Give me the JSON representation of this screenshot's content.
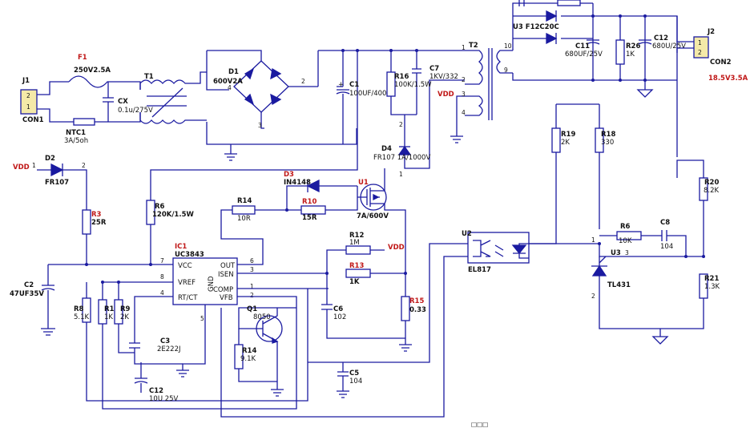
{
  "connectors": {
    "j1": {
      "ref": "J1",
      "name": "CON1",
      "pins": [
        "2",
        "1"
      ]
    },
    "j2": {
      "ref": "J2",
      "name": "CON2",
      "pins": [
        "1",
        "2"
      ],
      "output": "18.5V3.5A"
    }
  },
  "components": {
    "f1": {
      "ref": "F1",
      "value": "250V2.5A"
    },
    "t1": {
      "ref": "T1"
    },
    "cx": {
      "ref": "CX",
      "value": "0.1u/275V"
    },
    "ntc1": {
      "ref": "NTC1",
      "value": "3A/5oh"
    },
    "d1": {
      "ref": "D1",
      "value": "600V2A",
      "pin2": "2",
      "pin3": "3",
      "pin4": "4"
    },
    "c1": {
      "ref": "C1",
      "value": "100UF/400V"
    },
    "r16": {
      "ref": "R16",
      "value": "100K/1.5W"
    },
    "c7": {
      "ref": "C7",
      "value": "1KV/332"
    },
    "d4": {
      "ref": "D4",
      "value": "FR107 1A/1000V",
      "pin1": "1",
      "pin2": "2"
    },
    "t2": {
      "ref": "T2",
      "pins": [
        "1",
        "2",
        "3",
        "4",
        "10",
        "9"
      ],
      "vdd": "VDD"
    },
    "u3top": {
      "ref": "U3 F12C20C"
    },
    "c11": {
      "ref": "C11",
      "value": "680UF/25V"
    },
    "r26": {
      "ref": "R26",
      "value": "1K"
    },
    "c12out": {
      "ref": "C12",
      "value": "680U/25V"
    },
    "d2": {
      "ref": "D2",
      "value": "FR107",
      "vdd": "VDD",
      "pin1": "1",
      "pin2": "2"
    },
    "r3": {
      "ref": "R3",
      "value": "25R"
    },
    "r6a": {
      "ref": "R6",
      "value": "120K/1.5W"
    },
    "d3": {
      "ref": "D3",
      "value": "IN4148"
    },
    "u1": {
      "ref": "U1",
      "value": "7A/600V"
    },
    "r14a": {
      "ref": "R14",
      "value": "10R"
    },
    "r10": {
      "ref": "R10",
      "value": "15R"
    },
    "ic1": {
      "ref": "IC1",
      "value": "UC3843",
      "pins": [
        "VCC",
        "VREF",
        "RT/CT",
        "GND",
        "OUT",
        "ISEN",
        "COMP",
        "VFB"
      ],
      "pin_numbers": [
        "7",
        "8",
        "4",
        "5",
        "6",
        "3",
        "1",
        "2"
      ]
    },
    "c2": {
      "ref": "C2",
      "value": "47UF35V"
    },
    "r12": {
      "ref": "R12",
      "value": "1M",
      "vdd": "VDD"
    },
    "r13": {
      "ref": "R13",
      "value": "1K"
    },
    "c6": {
      "ref": "C6",
      "value": "102"
    },
    "r15": {
      "ref": "R15",
      "value": "0.33"
    },
    "r8": {
      "ref": "R8",
      "value": "5.1K"
    },
    "r11": {
      "ref": "R11",
      "value": "1K"
    },
    "r9": {
      "ref": "R9",
      "value": "2K"
    },
    "c3": {
      "ref": "C3",
      "value": "2E222J"
    },
    "q1": {
      "ref": "Q1",
      "value": "8050"
    },
    "r14b": {
      "ref": "R14",
      "value": "9.1K"
    },
    "c12b": {
      "ref": "C12",
      "value": "10U 25V"
    },
    "c5": {
      "ref": "C5",
      "value": "104"
    },
    "u2": {
      "ref": "U2",
      "value": "EL817"
    },
    "r19": {
      "ref": "R19",
      "value": "2K"
    },
    "r18": {
      "ref": "R18",
      "value": "330"
    },
    "r6b": {
      "ref": "R6",
      "value": "10K"
    },
    "c8": {
      "ref": "C8",
      "value": "104"
    },
    "u3": {
      "ref": "U3",
      "value": "TL431",
      "pin1": "1",
      "pin2": "2",
      "pin3": "3"
    },
    "r20": {
      "ref": "R20",
      "value": "8.2K"
    },
    "r21": {
      "ref": "R21",
      "value": "1.3K"
    }
  },
  "watermark": "□□□"
}
